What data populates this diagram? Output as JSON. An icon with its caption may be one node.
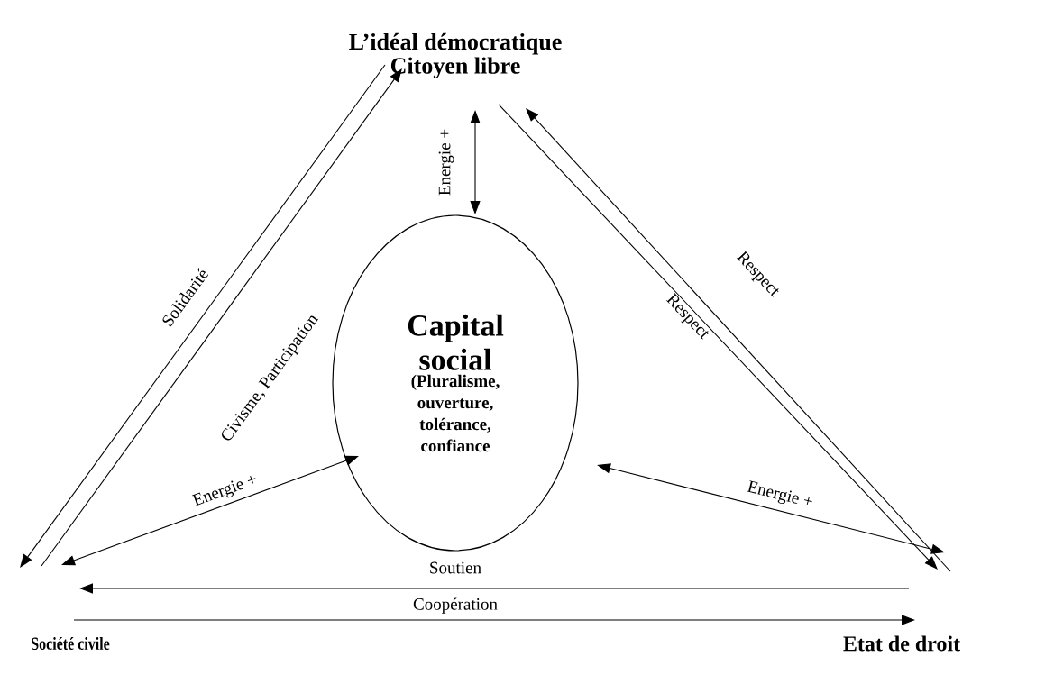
{
  "diagram": {
    "nodes": [
      {
        "text": [
          "L’idéal démocratique",
          "Citoyen libre"
        ]
      },
      {
        "text": [
          "Capital social",
          "(Pluralisme, ouverture, tolérance, confiance"
        ]
      },
      {
        "text": [
          "Société civile"
        ]
      },
      {
        "text": [
          "Etat de droit"
        ]
      }
    ],
    "edges": [
      {
        "from": 0,
        "to": 2,
        "arrow": "to",
        "label": "Solidarité"
      },
      {
        "from": 2,
        "to": 0,
        "arrow": "to",
        "label": "Civisme, Participation"
      },
      {
        "from": 0,
        "to": 1,
        "arrow": "both",
        "label": "Energie +"
      },
      {
        "from": 2,
        "to": 1,
        "arrow": "both",
        "label": "Energie +"
      },
      {
        "from": 0,
        "to": 3,
        "arrow": "to",
        "label": "Respect"
      },
      {
        "from": 3,
        "to": 0,
        "arrow": "to",
        "label": "Respect"
      },
      {
        "from": 1,
        "to": 3,
        "arrow": "both",
        "label": "Energie +"
      },
      {
        "from": 3,
        "to": 2,
        "arrow": "to",
        "label": "Soutien"
      },
      {
        "from": 2,
        "to": 3,
        "arrow": "to",
        "label": "Coopération"
      }
    ]
  }
}
